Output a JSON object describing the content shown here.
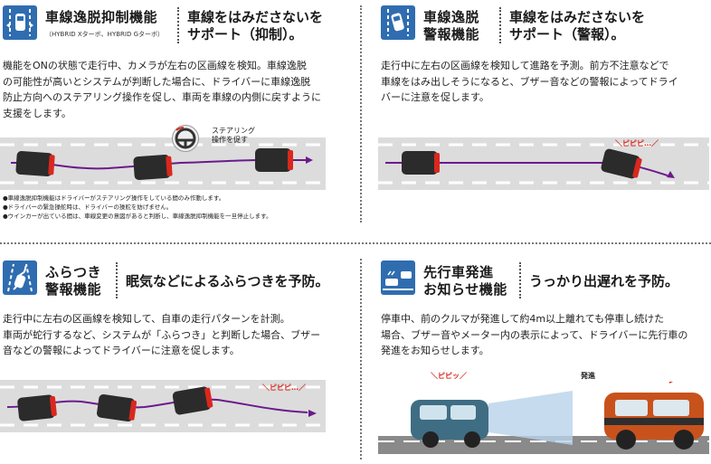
{
  "colors": {
    "icon_blue": "#2f6db0",
    "road_gray": "#dcdcdc",
    "car_dark": "#2b2b2b",
    "trail_purple": "#6b1a8c",
    "alert_red": "#d9281e",
    "teal_car": "#3f6d84",
    "orange_car": "#c8521c"
  },
  "lane_keep": {
    "icon": "lane-departure-assist-icon",
    "title_line1": "車線逸脱抑制機能",
    "subtitle": "（HYBRID Xターボ、HYBRID Gターボ）",
    "tagline_line1": "車線をはみださないを",
    "tagline_line2": "サポート（抑制）。",
    "description_line1": "機能をONの状態で走行中、カメラが左右の区画線を検知。車線逸脱",
    "description_line2": "の可能性が高いとシステムが判断した場合に、ドライバーに車線逸脱",
    "description_line3": "防止方向へのステアリング操作を促し、車両を車線の内側に戻すように",
    "description_line4": "支援をします。",
    "callout_line1": "ステアリング",
    "callout_line2": "操作を促す",
    "notes": [
      "●車線逸脱抑制機能はドライバーがステアリング操作をしている間のみ作動します。",
      "●ドライバーの緊急操舵時は、ドライバーの操舵を妨げません。",
      "●ウインカーが出ている間は、車線変更の意図があると判断し、車線逸脱抑制機能を一旦停止します。"
    ]
  },
  "lane_warn": {
    "icon": "lane-departure-warning-icon",
    "title_line1": "車線逸脱",
    "title_line2": "警報機能",
    "tagline_line1": "車線をはみださないを",
    "tagline_line2": "サポート（警報）。",
    "description_line1": "走行中に左右の区画線を検知して進路を予測。前方不注意などで",
    "description_line2": "車線をはみ出しそうになると、ブザー音などの警報によってドライ",
    "description_line3": "バーに注意を促します。",
    "alert_text": "＼ピピピ…／"
  },
  "weave_warn": {
    "icon": "weaving-alert-icon",
    "title_line1": "ふらつき",
    "title_line2": "警報機能",
    "tagline": "眠気などによるふらつきを予防。",
    "description_line1": "走行中に左右の区画線を検知して、自車の走行パターンを計測。",
    "description_line2": "車両が蛇行するなど、システムが「ふらつき」と判断した場合、ブザー",
    "description_line3": "音などの警報によってドライバーに注意を促します。",
    "alert_text": "＼ピピピ…／"
  },
  "lead_car": {
    "icon": "lead-vehicle-start-icon",
    "title_line1": "先行車発進",
    "title_line2": "お知らせ機能",
    "tagline": "うっかり出遅れを予防。",
    "description_line1": "停車中、前のクルマが発進して約4m以上離れても停車し続けた",
    "description_line2": "場合、ブザー音やメーター内の表示によって、ドライバーに先行車の",
    "description_line3": "発進をお知らせします。",
    "alert_text": "＼ピピッ／",
    "start_label": "発進"
  }
}
